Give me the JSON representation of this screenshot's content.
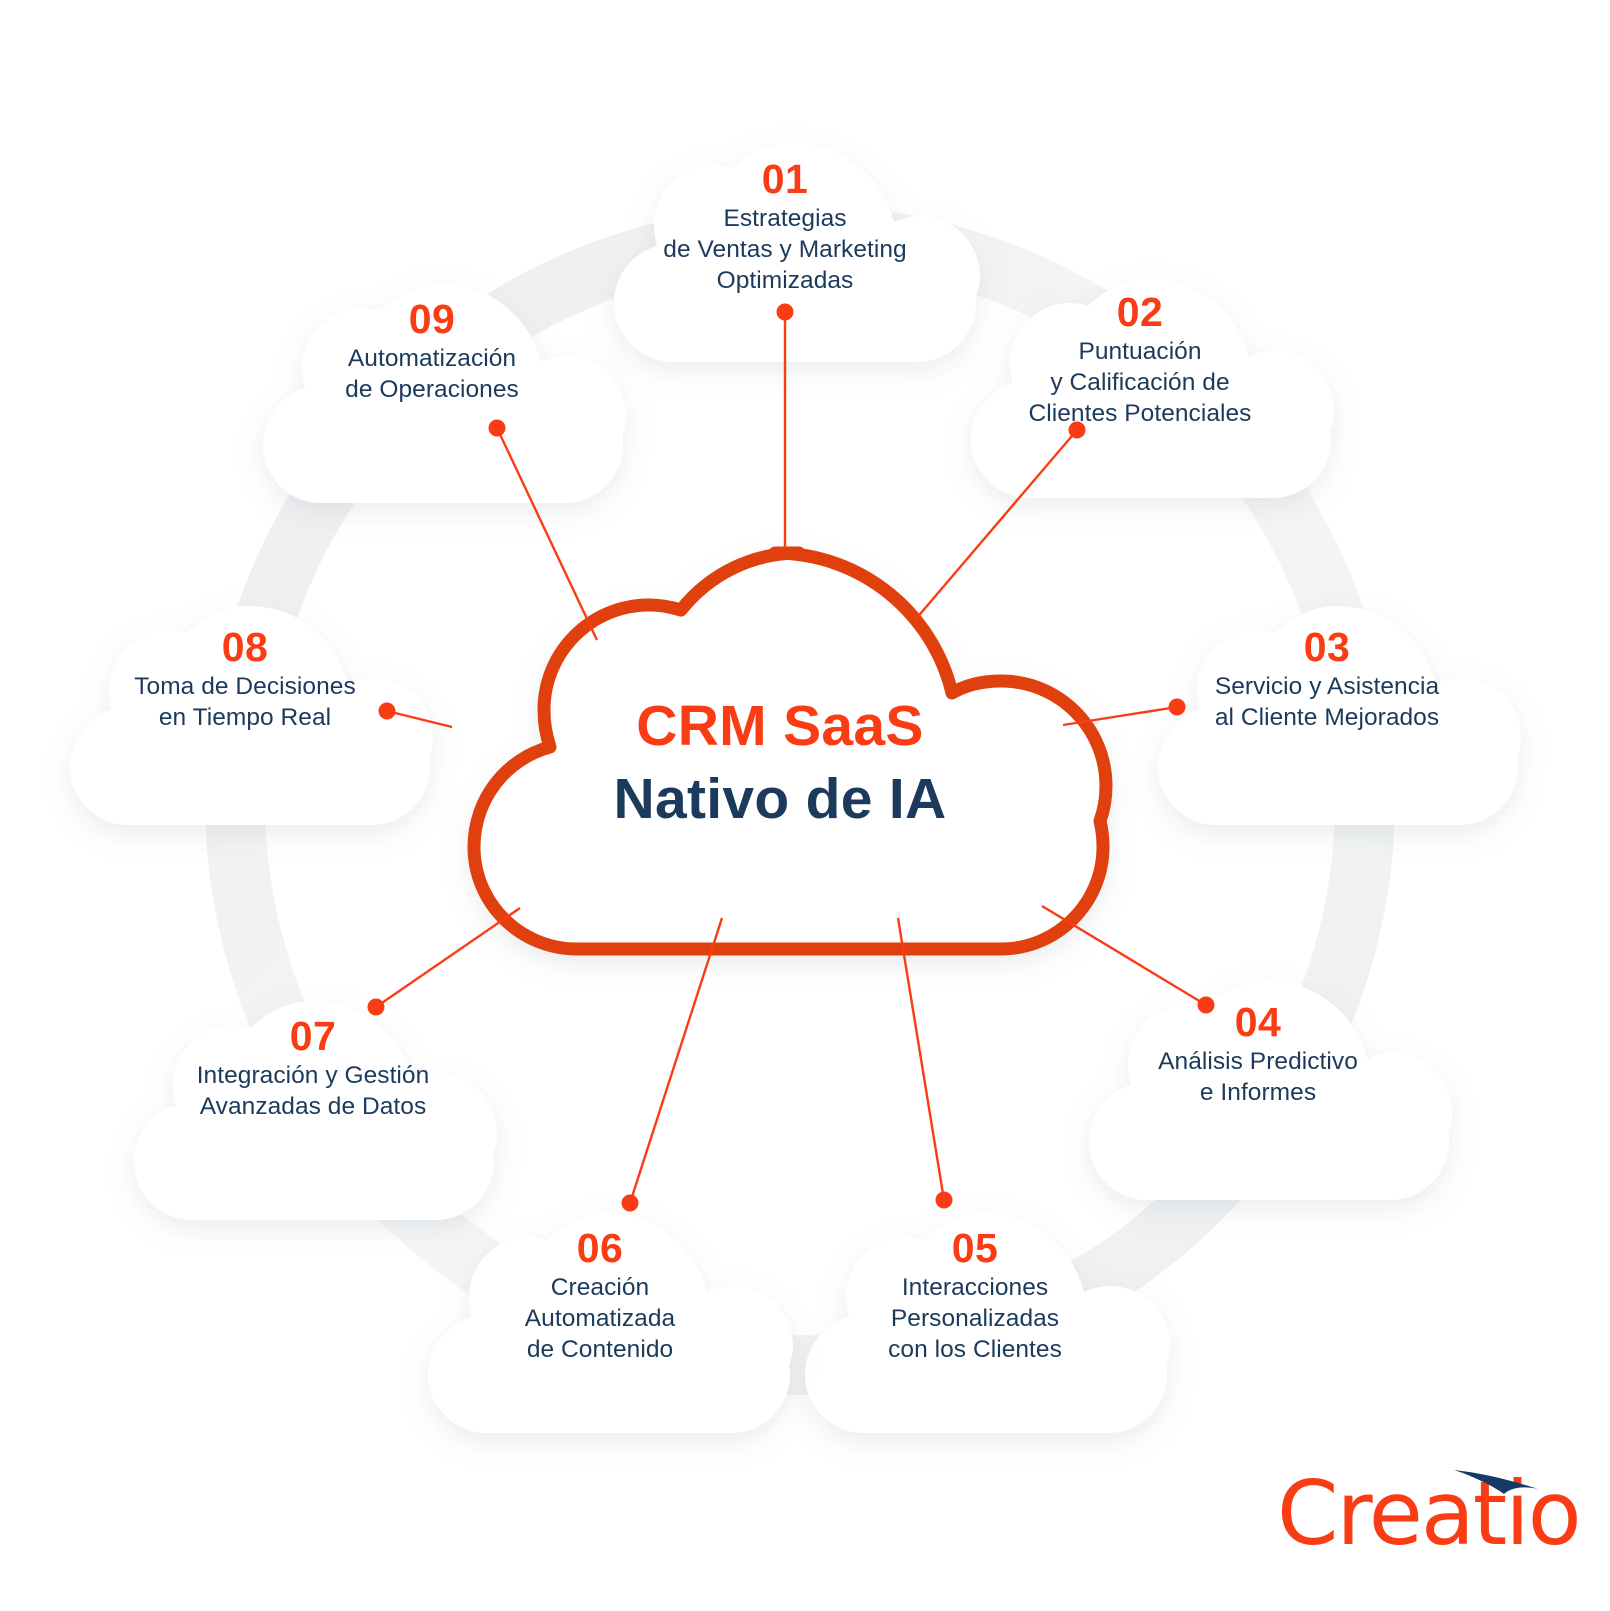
{
  "center": {
    "line1": "CRM SaaS",
    "line2": "Nativo de IA",
    "accent_color": "#FA3C14",
    "navy_color": "#1C3A5C",
    "border_color": "#E0400F"
  },
  "nodes": [
    {
      "number": "01",
      "text": "Estrategias\nde Ventas y Marketing\nOptimizadas"
    },
    {
      "number": "02",
      "text": "Puntuación\ny Calificación de\nClientes Potenciales"
    },
    {
      "number": "03",
      "text": "Servicio y Asistencia\nal Cliente Mejorados"
    },
    {
      "number": "04",
      "text": "Análisis Predictivo\ne Informes"
    },
    {
      "number": "05",
      "text": "Interacciones\nPersonalizadas\ncon los Clientes"
    },
    {
      "number": "06",
      "text": "Creación\nAutomatizada\nde Contenido"
    },
    {
      "number": "07",
      "text": "Integración y Gestión\nAvanzadas de Datos"
    },
    {
      "number": "08",
      "text": "Toma de Decisiones\nen Tiempo Real"
    },
    {
      "number": "09",
      "text": "Automatización\nde Operaciones"
    }
  ],
  "logo": {
    "name": "Creatio",
    "orange": "#FA3C14",
    "navy": "#153A63"
  }
}
